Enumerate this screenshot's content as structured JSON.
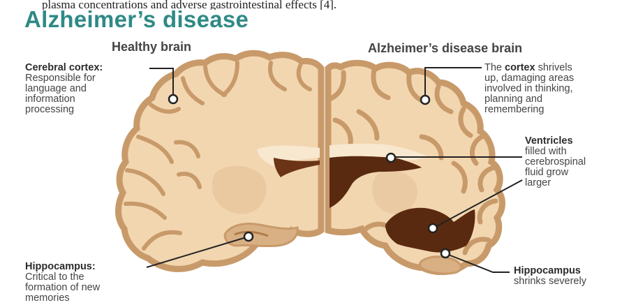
{
  "top_text": "plasma concentrations and adverse gastrointestinal effects [4].",
  "title": "Alzheimer’s disease",
  "healthy_heading": "Healthy brain",
  "ad_heading": "Alzheimer’s disease brain",
  "labels": {
    "cortex_healthy": {
      "term": "Cerebral cortex:",
      "text": "Responsible for\nlanguage and\ninformation\nprocessing"
    },
    "cortex_ad": {
      "pre": "The ",
      "term": "cortex",
      "text": " shrivels\nup, damaging areas\ninvolved in thinking,\nplanning and\nremembering"
    },
    "ventricles": {
      "term": "Ventricles",
      "text": "filled with\ncerebrospinal\nfluid grow\nlarger"
    },
    "hippo_healthy": {
      "term": "Hippocampus:",
      "text": "Critical to the\nformation of new\nmemories"
    },
    "hippo_ad": {
      "term": "Hippocampus",
      "text": "shrinks severely"
    }
  },
  "colors": {
    "title": "#2f8a86",
    "brain_outer": "#c89a6a",
    "brain_fill": "#f2d6b0",
    "white_matter": "#f8e8cf",
    "ventricle": "#5a2a10",
    "leader": "#222222"
  }
}
